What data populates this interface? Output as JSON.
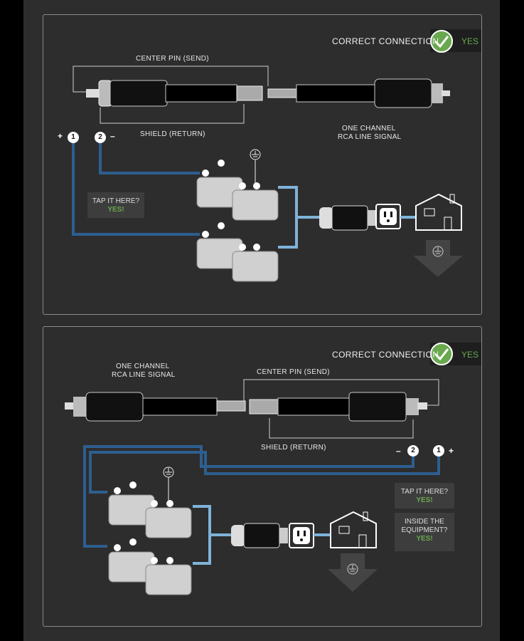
{
  "panel1": {
    "correct_label": "CORRECT CONNECTION",
    "yes_label": "YES",
    "center_pin_label": "CENTER PIN (SEND)",
    "shield_label": "SHIELD (RETURN)",
    "channel_label_line1": "ONE CHANNEL",
    "channel_label_line2": "RCA LINE SIGNAL",
    "plus": "+",
    "minus": "–",
    "num1": "1",
    "num2": "2",
    "tap_question": "TAP IT HERE?",
    "tap_answer": "YES!"
  },
  "panel2": {
    "correct_label": "CORRECT CONNECTION",
    "yes_label": "YES",
    "center_pin_label": "CENTER PIN (SEND)",
    "shield_label": "SHIELD (RETURN)",
    "channel_label_line1": "ONE CHANNEL",
    "channel_label_line2": "RCA LINE SIGNAL",
    "plus": "+",
    "minus": "–",
    "num1": "1",
    "num2": "2",
    "tap_question": "TAP IT HERE?",
    "tap_answer": "YES!",
    "inside_question_line1": "INSIDE THE",
    "inside_question_line2": "EQUIPMENT?",
    "inside_answer": "YES!"
  },
  "colors": {
    "background": "#2d2d2d",
    "blue_dark": "#2d5f8f",
    "blue_light": "#7fb3d9",
    "green_check": "#6aa84f"
  }
}
